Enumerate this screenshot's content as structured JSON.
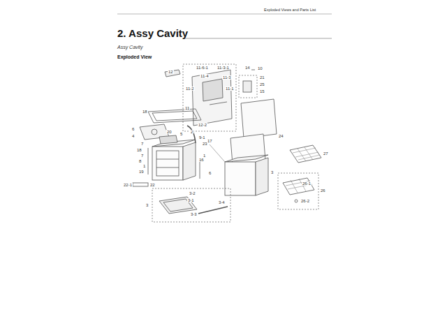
{
  "diagram": {
    "title": "2. Assy Cavity",
    "labels": [
      "Exploded Views and Parts List",
      "Assy Cavity",
      "Exploded View",
      "12",
      "11",
      "11-6-1",
      "11-3-1",
      "11-2",
      "11-4",
      "11-3",
      "11-1",
      "14",
      "10",
      "21",
      "25",
      "15",
      "18",
      "6",
      "4",
      "2",
      "12-2",
      "9-1",
      "23",
      "20",
      "5",
      "24",
      "17",
      "7",
      "18",
      "7",
      "8",
      "1",
      "19",
      "1",
      "16",
      "6",
      "3",
      "27",
      "22-1",
      "22",
      "3-2",
      "3-1",
      "3",
      "3-3",
      "3-4",
      "26",
      "26-1",
      "26-2"
    ]
  }
}
